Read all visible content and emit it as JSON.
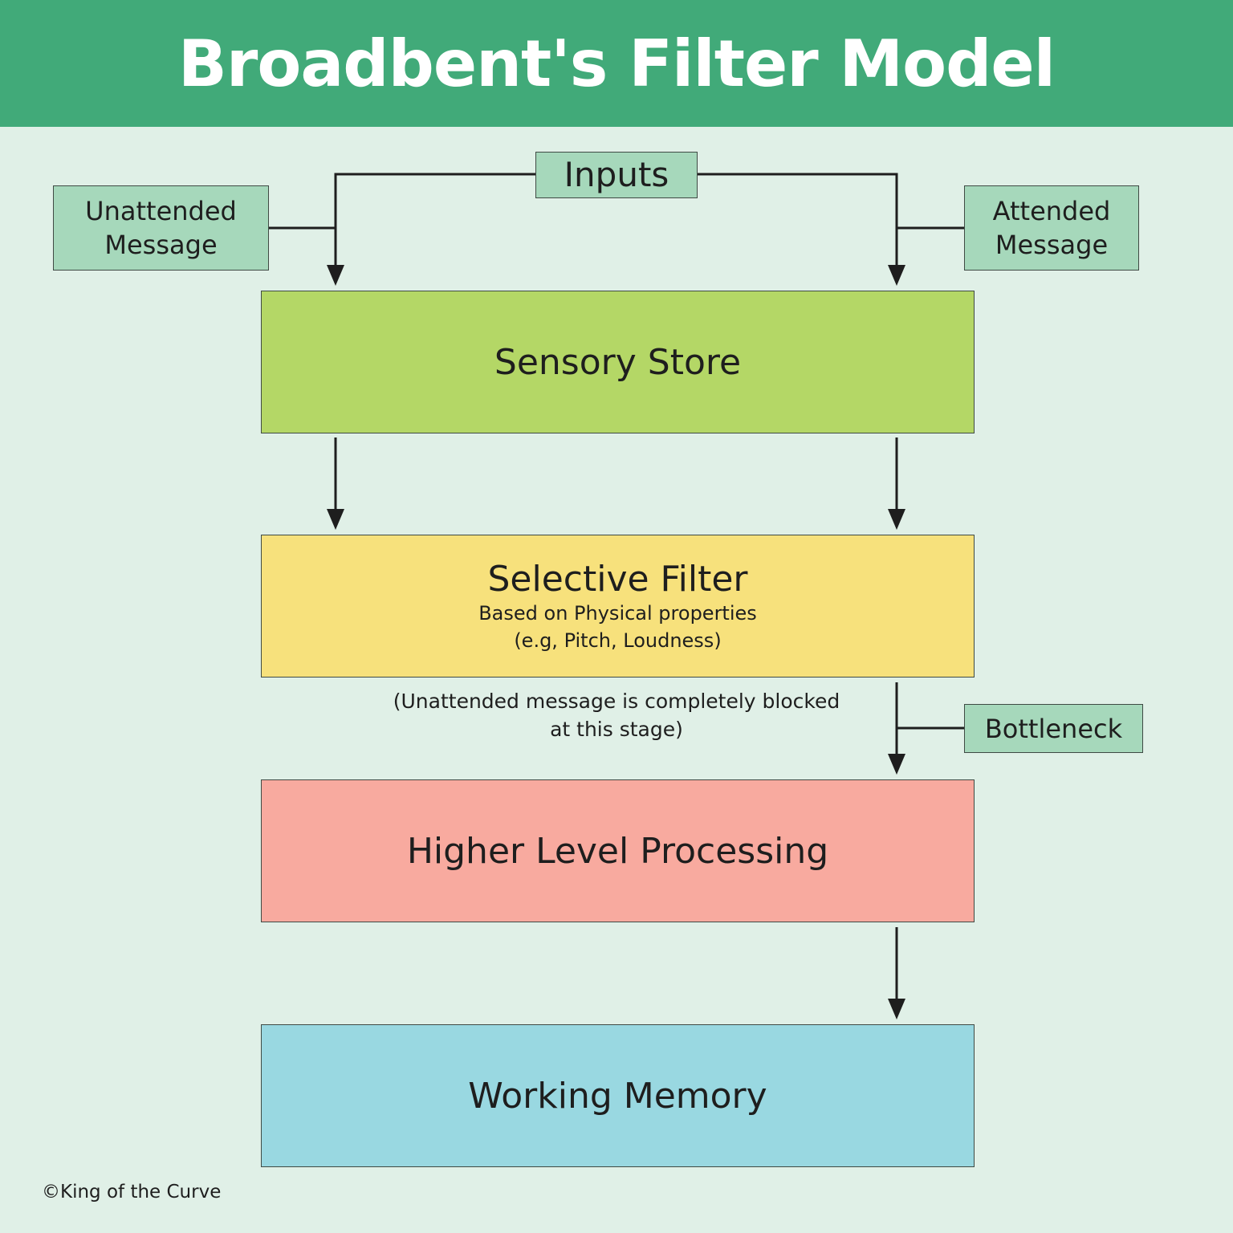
{
  "title": "Broadbent's Filter Model",
  "inputs_label": "Inputs",
  "unattended_label": "Unattended Message",
  "attended_label": "Attended Message",
  "bottleneck_label": "Bottleneck",
  "stages": {
    "sensory_store": "Sensory Store",
    "selective_filter": "Selective Filter",
    "selective_filter_line1": "Based on Physical properties",
    "selective_filter_line2": "(e.g, Pitch, Loudness)",
    "higher_level": "Higher Level Processing",
    "working_memory": "Working Memory"
  },
  "note_line1": "(Unattended message is completely blocked",
  "note_line2": "at this stage)",
  "copyright": "©King of the Curve",
  "colors": {
    "header": "#41aa79",
    "background": "#e0f0e7",
    "label_box": "#a6d8bb",
    "sensory_store": "#b4d766",
    "selective_filter": "#f7e17c",
    "higher_level": "#f8aa9f",
    "working_memory": "#99d8e1"
  }
}
